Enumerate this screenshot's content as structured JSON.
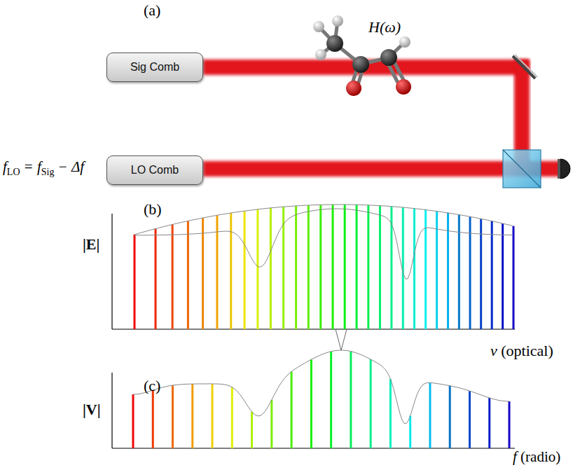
{
  "diagram": {
    "nodes": [
      {
        "text": [
          "Sig Comb"
        ]
      },
      {
        "text": [
          "LO Comb"
        ]
      }
    ],
    "labels": [
      "(a)",
      "H(ω)",
      "f",
      "LO",
      "=",
      "f",
      "Sig",
      "−",
      "Δf",
      "(b)",
      "|E|",
      "ν",
      "(optical)",
      "(c)",
      "|V|",
      "f",
      "(radio)"
    ]
  }
}
